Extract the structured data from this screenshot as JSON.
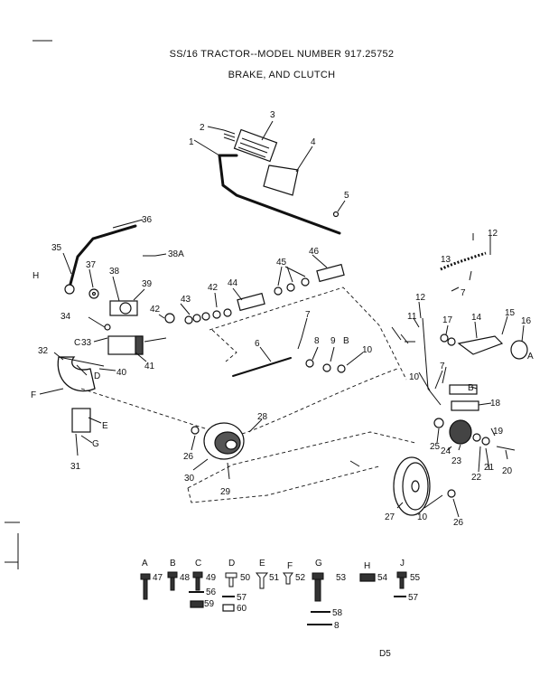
{
  "header": {
    "title": "SS/16 TRACTOR--MODEL NUMBER 917.25752",
    "subtitle": "BRAKE, AND CLUTCH"
  },
  "callouts": [
    "1",
    "2",
    "3",
    "4",
    "5",
    "12",
    "13",
    "7",
    "12",
    "11",
    "17",
    "14",
    "15",
    "16",
    "A",
    "36",
    "38A",
    "35",
    "37",
    "38",
    "39",
    "H",
    "46",
    "45",
    "44",
    "42",
    "43",
    "42",
    "34",
    "33",
    "C",
    "32",
    "40",
    "41",
    "D",
    "F",
    "7",
    "6",
    "8",
    "9",
    "B",
    "10",
    "7",
    "10",
    "B",
    "18",
    "E",
    "G",
    "31",
    "28",
    "26",
    "30",
    "29",
    "24",
    "25",
    "19",
    "23",
    "21",
    "22",
    "20",
    "27",
    "10",
    "26",
    "8"
  ],
  "hardware_legend": {
    "row1": [
      {
        "letter": "A",
        "num": "47"
      },
      {
        "letter": "B",
        "num": "48"
      },
      {
        "letter": "C",
        "num": "49"
      },
      {
        "letter": "D",
        "num": "50"
      },
      {
        "letter": "E",
        "num": "51"
      },
      {
        "letter": "F",
        "num": "52"
      },
      {
        "letter": "G",
        "num": "53"
      },
      {
        "letter": "H",
        "num": "54"
      },
      {
        "letter": "J",
        "num": "55"
      }
    ],
    "extra": [
      "56",
      "59",
      "57",
      "60",
      "58",
      "8",
      "57"
    ]
  },
  "page_code": "D5"
}
